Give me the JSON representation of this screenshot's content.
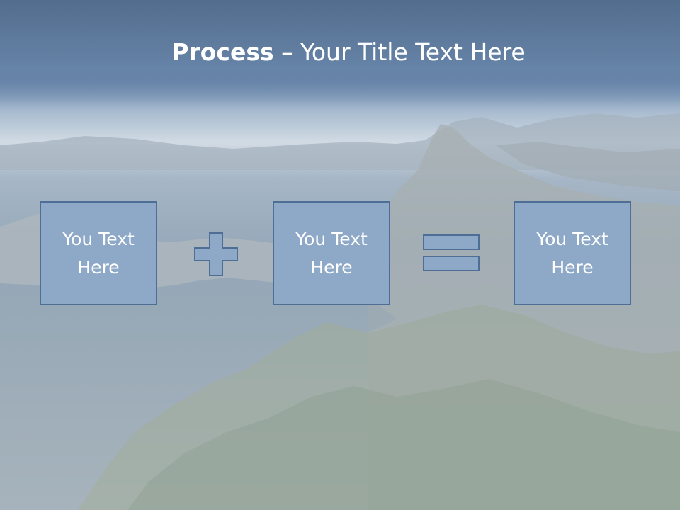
{
  "slide": {
    "title_bold": "Process",
    "title_rest": " – Your Title Text Here",
    "colors": {
      "box_fill": "#8ea9c8",
      "box_border": "#4e6e96",
      "title_text": "#ffffff"
    }
  },
  "process": {
    "box1": "You Text Here",
    "operator1": "plus-icon",
    "box2": "You Text Here",
    "operator2": "equals-icon",
    "box3": "You Text Here"
  }
}
